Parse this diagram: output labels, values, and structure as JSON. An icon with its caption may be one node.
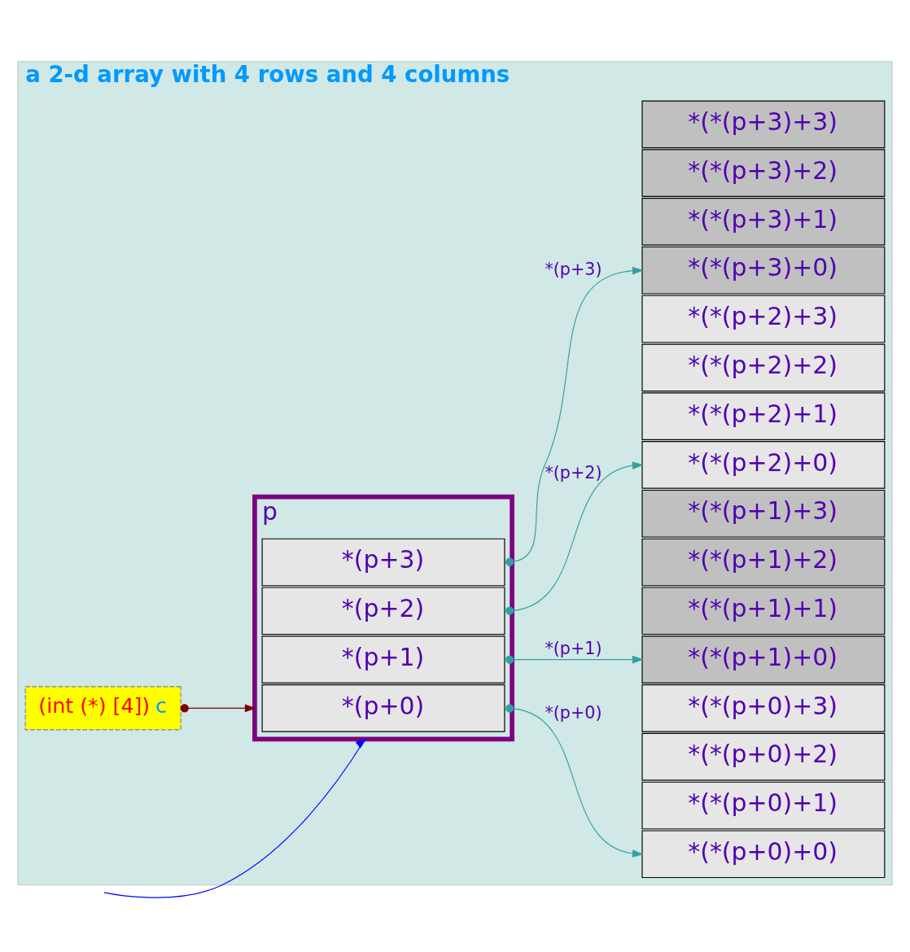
{
  "diagram": {
    "nodes": [
      {
        "text": [
          "a 2-d array with 4 rows and 4 columns"
        ]
      },
      {
        "text": [
          "(int (*) [4])",
          "c"
        ],
        "in": 0
      },
      {
        "text": [
          "p"
        ],
        "in": 0
      },
      {
        "text": [
          "*(p+0)"
        ],
        "in": 2
      },
      {
        "text": [
          "*(p+1)"
        ],
        "in": 2
      },
      {
        "text": [
          "*(p+2)"
        ],
        "in": 2
      },
      {
        "text": [
          "*(p+3)"
        ],
        "in": 2
      },
      {
        "text": [
          "*(*(p+0)+0)"
        ],
        "in": 0
      },
      {
        "text": [
          "*(*(p+0)+1)"
        ],
        "in": 0
      },
      {
        "text": [
          "*(*(p+0)+2)"
        ],
        "in": 0
      },
      {
        "text": [
          "*(*(p+0)+3)"
        ],
        "in": 0
      },
      {
        "text": [
          "*(*(p+1)+0)"
        ],
        "in": 0
      },
      {
        "text": [
          "*(*(p+1)+1)"
        ],
        "in": 0
      },
      {
        "text": [
          "*(*(p+1)+2)"
        ],
        "in": 0
      },
      {
        "text": [
          "*(*(p+1)+3)"
        ],
        "in": 0
      },
      {
        "text": [
          "*(*(p+2)+0)"
        ],
        "in": 0
      },
      {
        "text": [
          "*(*(p+2)+1)"
        ],
        "in": 0
      },
      {
        "text": [
          "*(*(p+2)+2)"
        ],
        "in": 0
      },
      {
        "text": [
          "*(*(p+2)+3)"
        ],
        "in": 0
      },
      {
        "text": [
          "*(*(p+3)+0)"
        ],
        "in": 0
      },
      {
        "text": [
          "*(*(p+3)+1)"
        ],
        "in": 0
      },
      {
        "text": [
          "*(*(p+3)+2)"
        ],
        "in": 0
      },
      {
        "text": [
          "*(*(p+3)+3)"
        ],
        "in": 0
      }
    ],
    "edges": [
      {
        "from": 3,
        "to": 7,
        "arrow": "to",
        "label": "*(p+0)"
      },
      {
        "from": 4,
        "to": 11,
        "arrow": "to",
        "label": "*(p+1)"
      },
      {
        "from": 5,
        "to": 15,
        "arrow": "to",
        "label": "*(p+2)"
      },
      {
        "from": 6,
        "to": 19,
        "arrow": "to",
        "label": "*(p+3)"
      },
      {
        "from": 1,
        "to": 2,
        "arrow": "to",
        "color": "#800000"
      },
      {
        "from": null,
        "to": 2,
        "arrow": "to",
        "color": "#0000ff"
      }
    ]
  }
}
